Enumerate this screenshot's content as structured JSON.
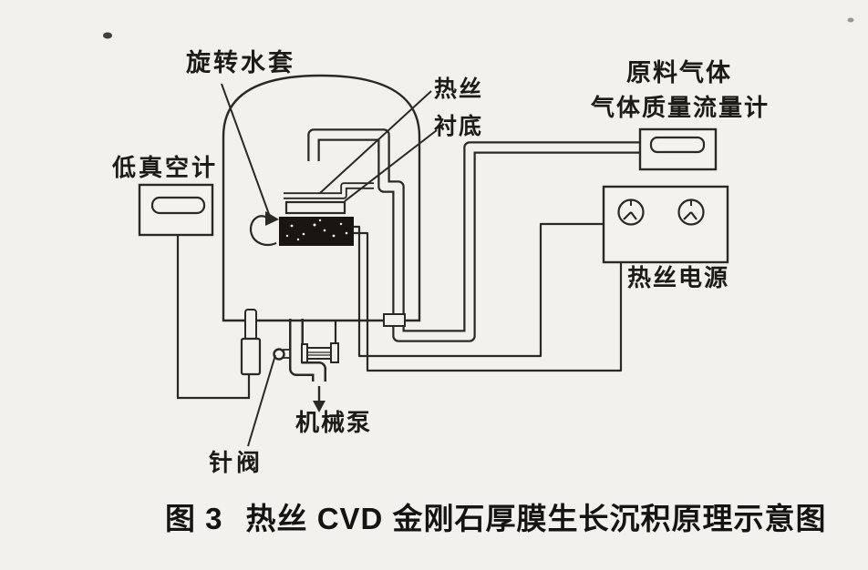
{
  "figure": {
    "number": "图 3",
    "title": "热丝 CVD 金刚石厚膜生长沉积原理示意图"
  },
  "labels": {
    "rotating_water_jacket": "旋转水套",
    "hot_filament": "热丝",
    "substrate": "衬底",
    "source_gas": "原料气体",
    "gas_mass_flow_meter": "气体质量流量计",
    "low_vacuum_gauge": "低真空计",
    "filament_power_supply": "热丝电源",
    "mechanical_pump": "机械泵",
    "needle_valve": "针阀"
  },
  "icons": {
    "rotation_arrow": "rotation-arrow-icon",
    "pump_flow_arrow": "down-arrow-icon",
    "gauge_dial": "analog-dial-icon"
  },
  "colors": {
    "ink": "#2b2925",
    "paper": "#f2f1ee",
    "substrate_stage_fill": "#181512"
  }
}
